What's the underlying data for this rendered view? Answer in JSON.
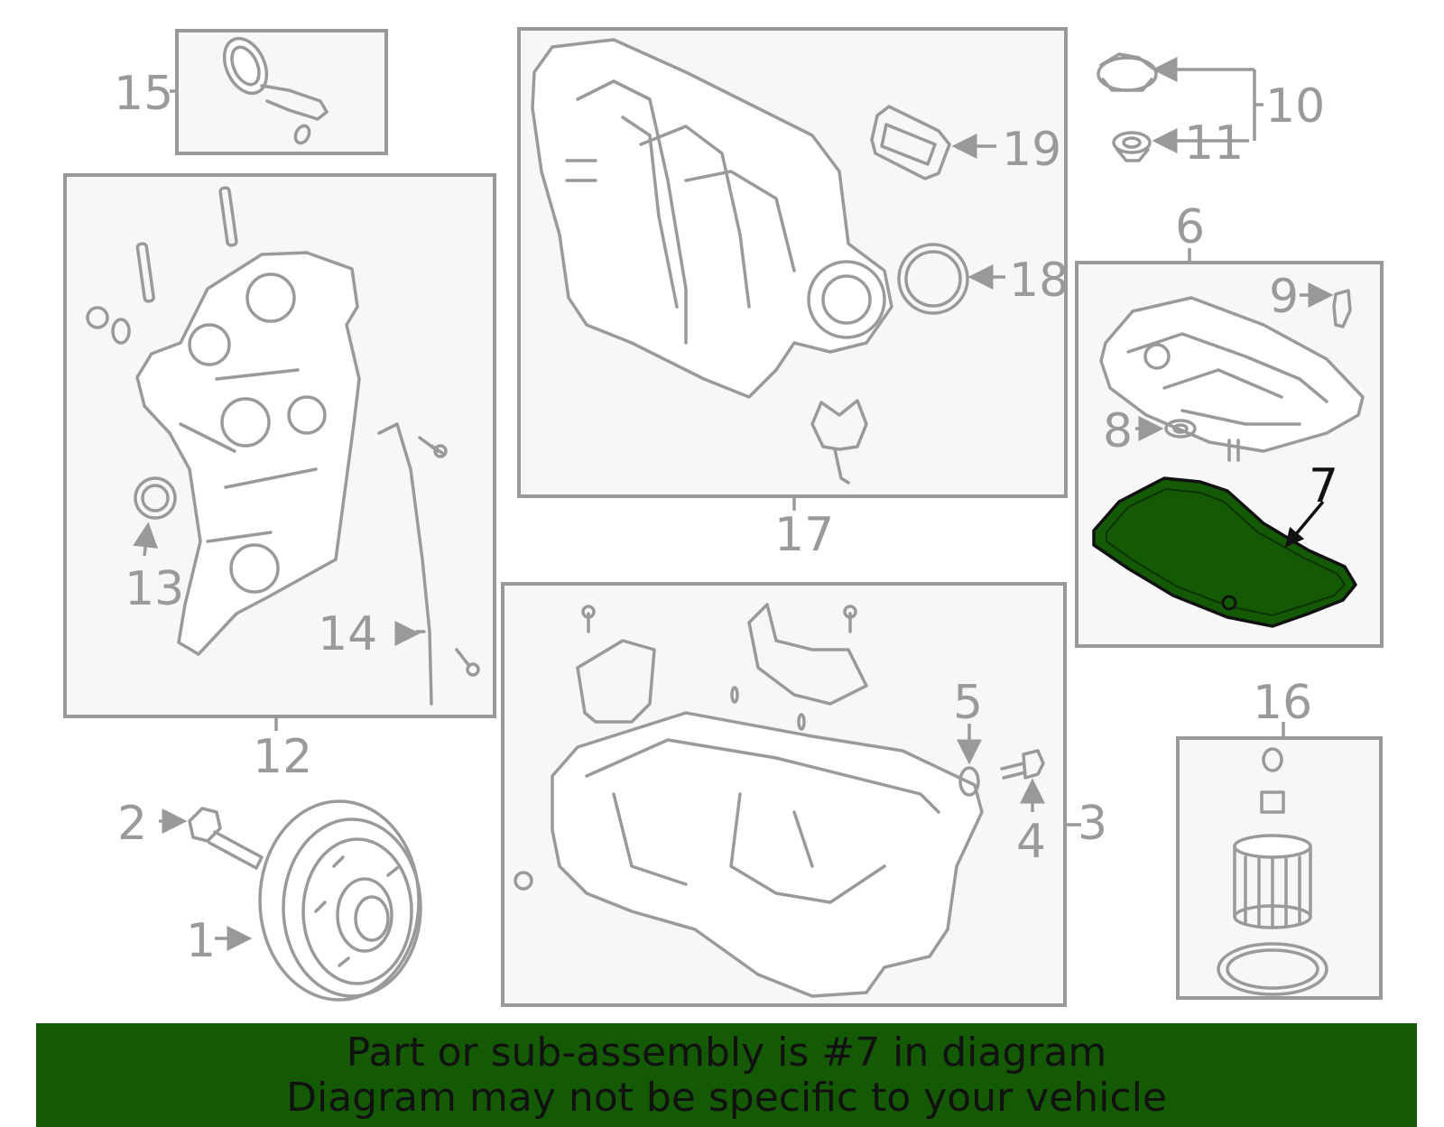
{
  "colors": {
    "highlight": "#145a05",
    "outline": "#9a9a9a",
    "box_fill": "#f7f7f7"
  },
  "callouts": {
    "c1": "1",
    "c2": "2",
    "c3": "3",
    "c4": "4",
    "c5": "5",
    "c6": "6",
    "c7": "7",
    "c8": "8",
    "c9": "9",
    "c10": "10",
    "c11": "11",
    "c12": "12",
    "c13": "13",
    "c14": "14",
    "c15": "15",
    "c16": "16",
    "c17": "17",
    "c18": "18",
    "c19": "19"
  },
  "highlighted_part": "7",
  "banner": {
    "line1": "Part or sub-assembly is #7 in diagram",
    "line2": "Diagram may not be specific to your vehicle"
  }
}
